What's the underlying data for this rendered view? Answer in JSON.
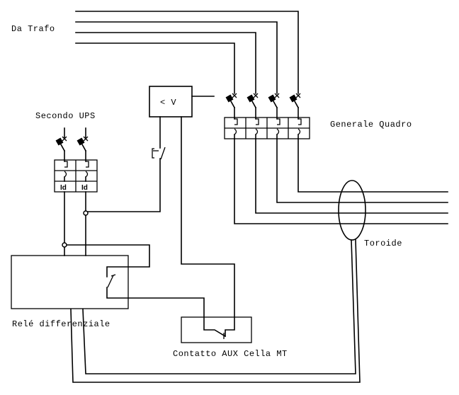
{
  "labels": {
    "da_trafo": "Da Trafo",
    "secondo_ups": "Secondo UPS",
    "generale_quadro": "Generale Quadro",
    "toroide": "Toroide",
    "rele_differenziale": "Relé differenziale",
    "contatto_aux": "Contatto AUX Cella MT",
    "undervoltage": "< V"
  },
  "components": {
    "main_breaker": {
      "name": "Generale Quadro",
      "poles": 4
    },
    "ups_breaker": {
      "name": "Secondo UPS",
      "poles": 2,
      "pole_marking": "Id"
    }
  },
  "ups_poles": [
    {
      "mark": "Id"
    },
    {
      "mark": "Id"
    }
  ]
}
